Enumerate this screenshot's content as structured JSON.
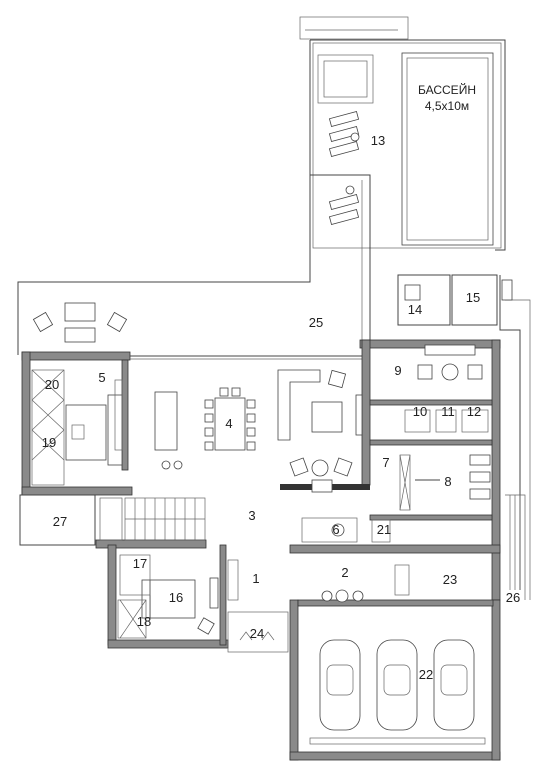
{
  "pool": {
    "title": "БАССЕЙН",
    "size": "4,5x10м"
  },
  "rooms": [
    {
      "id": "1",
      "label": "1"
    },
    {
      "id": "2",
      "label": "2"
    },
    {
      "id": "3",
      "label": "3"
    },
    {
      "id": "4",
      "label": "4"
    },
    {
      "id": "5",
      "label": "5"
    },
    {
      "id": "6",
      "label": "6"
    },
    {
      "id": "7",
      "label": "7"
    },
    {
      "id": "8",
      "label": "8"
    },
    {
      "id": "9",
      "label": "9"
    },
    {
      "id": "10",
      "label": "10"
    },
    {
      "id": "11",
      "label": "11"
    },
    {
      "id": "12",
      "label": "12"
    },
    {
      "id": "13",
      "label": "13"
    },
    {
      "id": "14",
      "label": "14"
    },
    {
      "id": "15",
      "label": "15"
    },
    {
      "id": "16",
      "label": "16"
    },
    {
      "id": "17",
      "label": "17"
    },
    {
      "id": "18",
      "label": "18"
    },
    {
      "id": "19",
      "label": "19"
    },
    {
      "id": "20",
      "label": "20"
    },
    {
      "id": "21",
      "label": "21"
    },
    {
      "id": "22",
      "label": "22"
    },
    {
      "id": "23",
      "label": "23"
    },
    {
      "id": "24",
      "label": "24"
    },
    {
      "id": "25",
      "label": "25"
    },
    {
      "id": "26",
      "label": "26"
    },
    {
      "id": "27",
      "label": "27"
    }
  ],
  "colors": {
    "wall": "#8a8a8a",
    "line": "#444444",
    "background": "#ffffff"
  }
}
